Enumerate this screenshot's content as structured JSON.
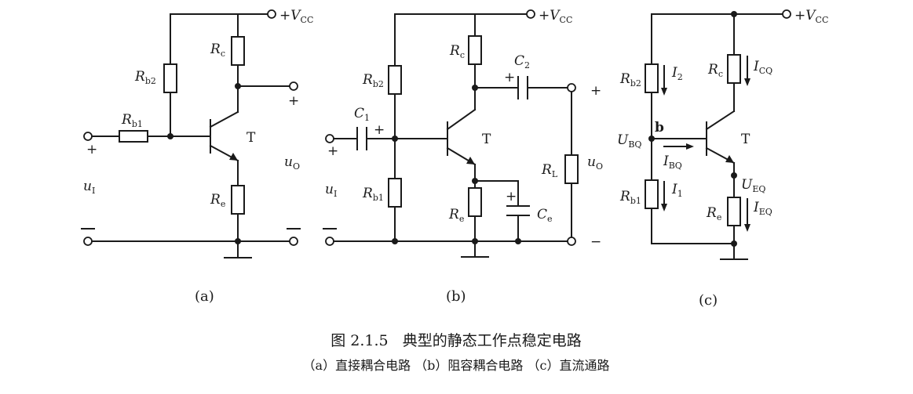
{
  "figure": {
    "title": "图 2.1.5   典型的静态工作点稳定电路",
    "subtitle": "（a）直接耦合电路  （b）阻容耦合电路  （c）直流通路"
  },
  "labels": {
    "vcc": "+V",
    "vcc_sub": "CC",
    "transistor": "T",
    "plus": "+",
    "minus": "−",
    "rb1_main": "R",
    "rb1_sub": "b1",
    "rb2_main": "R",
    "rb2_sub": "b2",
    "rc_main": "R",
    "rc_sub": "c",
    "re_main": "R",
    "re_sub": "e",
    "rl_main": "R",
    "rl_sub": "L",
    "c1_main": "C",
    "c1_sub": "1",
    "c2_main": "C",
    "c2_sub": "2",
    "ce_main": "C",
    "ce_sub": "e",
    "ui_main": "u",
    "ui_sub": "I",
    "uo_main": "u",
    "uo_sub": "O",
    "b_node": "b",
    "ubq_main": "U",
    "ubq_sub": "BQ",
    "ibq_main": "I",
    "ibq_sub": "BQ",
    "ueq_main": "U",
    "ueq_sub": "EQ",
    "i1_main": "I",
    "i1_sub": "1",
    "i2_main": "I",
    "i2_sub": "2",
    "icq_main": "I",
    "icq_sub": "CQ",
    "ieq_main": "I",
    "ieq_sub": "EQ"
  },
  "captions": {
    "a": "(a)",
    "b": "(b)",
    "c": "(c)"
  }
}
